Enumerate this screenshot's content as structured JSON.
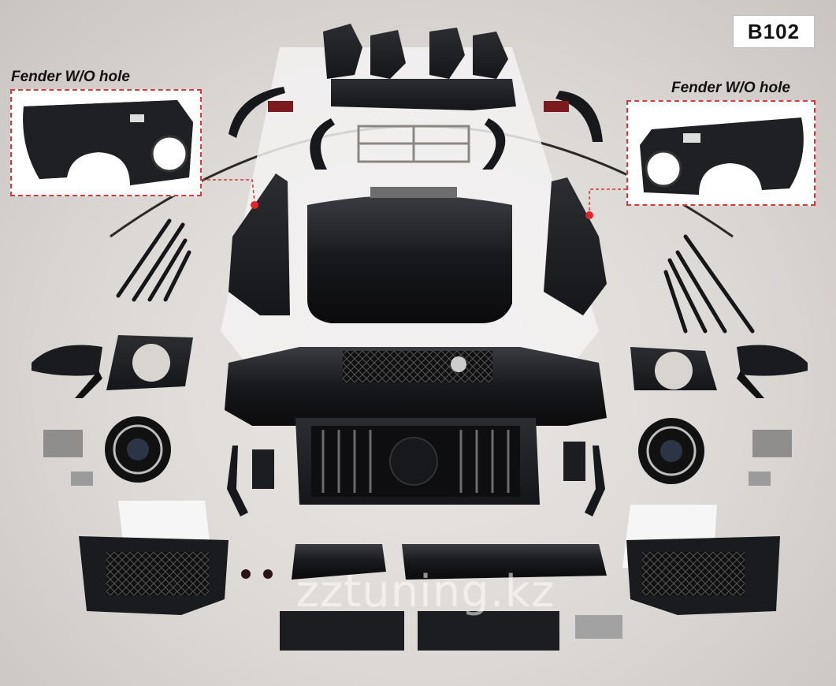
{
  "product_code": "B102",
  "callouts": {
    "left_label": "Fender W/O hole",
    "right_label": "Fender W/O hole"
  },
  "watermark": "zztuning.kz",
  "colors": {
    "background": "#dcd8d5",
    "parts": "#1c1d20",
    "callout_border": "#d53a3a",
    "marker": "#e0242a"
  }
}
